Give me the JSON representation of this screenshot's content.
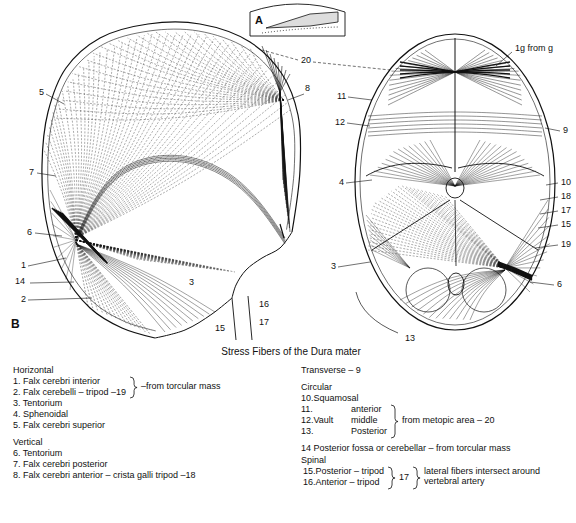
{
  "diagram": {
    "caption": "Stress Fibers of the Dura mater",
    "labels": [
      "A",
      "20",
      "5",
      "8",
      "7",
      "6",
      "1",
      "14",
      "2",
      "3",
      "16",
      "15",
      "17",
      "B",
      "1g from g",
      "11",
      "12",
      "9",
      "4",
      "10",
      "18",
      "17",
      "15",
      "19",
      "3",
      "6",
      "13",
      "Horizontal",
      "1. Falx cerebri interior",
      "2. Falx cerebelli – tripod –19",
      "–from torcular mass",
      "3. Tentorium",
      "4. Sphenoidal",
      "5. Falx cerebri superior",
      "Vertical",
      "6. Tentorium",
      "7. Falx cerebri posterior",
      "8. Falx cerebri anterior – crista galli tripod –18",
      "Transverse – 9",
      "Circular",
      "10.Squamosal",
      "11.",
      "anterior",
      "12.Vault",
      "middle",
      "13.",
      "Posterior",
      "from metopic area – 20",
      "14 Posterior fossa or cerebellar – from torcular mass",
      "Spinal",
      "15.Posterior – tripod",
      "16.Anterior – tripod",
      "17",
      "lateral fibers intersect around vertebral artery"
    ]
  }
}
